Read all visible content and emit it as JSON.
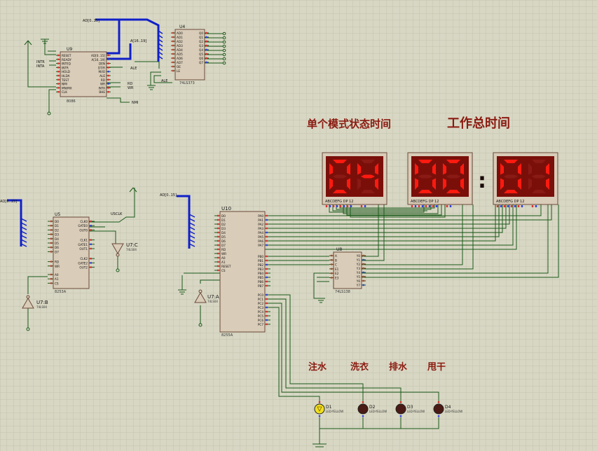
{
  "colors": {
    "background": "#d8d7c4",
    "grid": "#c4c3ad",
    "chip_fill": "#d9ccb8",
    "chip_stroke": "#6b4a3a",
    "wire": "#1a5a1a",
    "bus": "#1020c8",
    "display_bg": "#7a0f0a",
    "segment_on": "#ff1a10",
    "segment_off": "#8a1a14",
    "pin_red": "#e03030",
    "pin_blue": "#3040e0",
    "label_text": "#8a1a10",
    "led_on": "#f0e020",
    "led_off": "#4a1a14"
  },
  "chips": {
    "u9": {
      "ref": "U9",
      "part": "8086",
      "left_pins": [
        "RESET",
        "READY",
        "INTEQ",
        "INTR",
        "HOLD",
        "HLDA",
        "TEST",
        "NMI",
        "MN/MX",
        "CLK"
      ],
      "right_pins": [
        "AD[0..15]",
        "A[16..19]",
        "DEN",
        "DT/R",
        "M/IO",
        "ALE",
        "RD",
        "WR",
        "INTA",
        "BHE"
      ]
    },
    "u4": {
      "ref": "U4",
      "part": "74LS373",
      "left_pins": [
        "AD0",
        "AD1",
        "AD2",
        "AD3",
        "AD4",
        "AD5",
        "AD6",
        "AD7",
        "OE",
        "LE"
      ],
      "right_pins": [
        "Q0",
        "Q1",
        "Q2",
        "Q3",
        "Q4",
        "Q5",
        "Q6",
        "Q7"
      ]
    },
    "u5": {
      "ref": "U5",
      "part": "8253A",
      "left_pins": [
        "D0",
        "D1",
        "D2",
        "D3",
        "D4",
        "D5",
        "D6",
        "D7",
        "RD",
        "WR",
        "A0",
        "A1",
        "CS"
      ],
      "right_pins": [
        "CLK0",
        "GATE0",
        "OUT0",
        "CLK1",
        "GATE1",
        "OUT1",
        "CLK2",
        "GATE2",
        "OUT2"
      ]
    },
    "u10": {
      "ref": "U10",
      "part": "8255A",
      "left_pins": [
        "D0",
        "D1",
        "D2",
        "D3",
        "D4",
        "D5",
        "D6",
        "D7",
        "RD",
        "WR",
        "A0",
        "A1",
        "RESET",
        "CS"
      ],
      "right_pins": [
        "PA0",
        "PA1",
        "PA2",
        "PA3",
        "PA4",
        "PA5",
        "PA6",
        "PA7",
        "PB0",
        "PB1",
        "PB2",
        "PB3",
        "PB4",
        "PB5",
        "PB6",
        "PB7",
        "PC0",
        "PC1",
        "PC2",
        "PC3",
        "PC4",
        "PC5",
        "PC6",
        "PC7"
      ]
    },
    "u8": {
      "ref": "U8",
      "part": "74LS138",
      "left_pins": [
        "A",
        "B",
        "C",
        "E1",
        "E2",
        "E3"
      ],
      "right_pins": [
        "Y0",
        "Y1",
        "Y2",
        "Y3",
        "Y4",
        "Y5",
        "Y6",
        "Y7"
      ]
    }
  },
  "gates": {
    "u7a": {
      "ref": "U7:A",
      "part": "74LS04"
    },
    "u7b": {
      "ref": "U7:B",
      "part": "74LS04"
    },
    "u7c": {
      "ref": "U7:C",
      "part": "74LS04"
    }
  },
  "bus_labels": {
    "ad_top": "AD[0..15]",
    "a_top": "A[16..19]",
    "ad_left": "AD[0..15]",
    "ad_mid": "AD[0..15]",
    "usclk": "USCLK"
  },
  "signal_labels": {
    "ale": "ALE",
    "nmi": "NMI",
    "intr": "INTR",
    "inta": "INTA",
    "rd": "RD",
    "wr": "WR"
  },
  "captions": {
    "mode_time": "单个模式状态时间",
    "total_time": "工作总时间"
  },
  "displays": {
    "d1": {
      "digits": [
        "0",
        "4"
      ],
      "pins": "ABCDEFG  DP    12"
    },
    "d2": {
      "digits": [
        "0",
        "0"
      ],
      "pins": "ABCDEFG  DP    12"
    },
    "d3": {
      "digits": [
        "0",
        "1"
      ],
      "pins": "ABCDEFG  DP    12"
    },
    "colon": ":"
  },
  "leds": [
    {
      "ref": "D1",
      "part": "LED-YELLOW",
      "label": "注水",
      "lit": true
    },
    {
      "ref": "D2",
      "part": "LED-YELLOW",
      "label": "洗衣",
      "lit": false
    },
    {
      "ref": "D3",
      "part": "LED-YELLOW",
      "label": "排水",
      "lit": false
    },
    {
      "ref": "D4",
      "part": "LED-YELLOW",
      "label": "甩干",
      "lit": false
    }
  ]
}
